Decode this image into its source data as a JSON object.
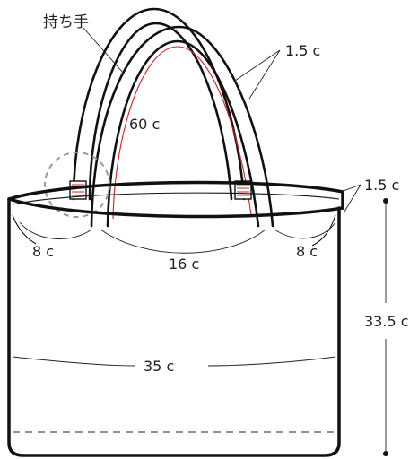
{
  "labels": {
    "handle_name": "持ち手",
    "handle_width": "1.5 c",
    "handle_length": "60 c",
    "rim_width": "1.5 c",
    "side_left_offset": "8 c",
    "handle_gap": "16 c",
    "side_right_offset": "8 c",
    "bag_height": "33.5 c",
    "bag_width": "35 c"
  },
  "colors": {
    "outline": "#111111",
    "stitch": "#d62020",
    "detail_circle": "#999999"
  }
}
